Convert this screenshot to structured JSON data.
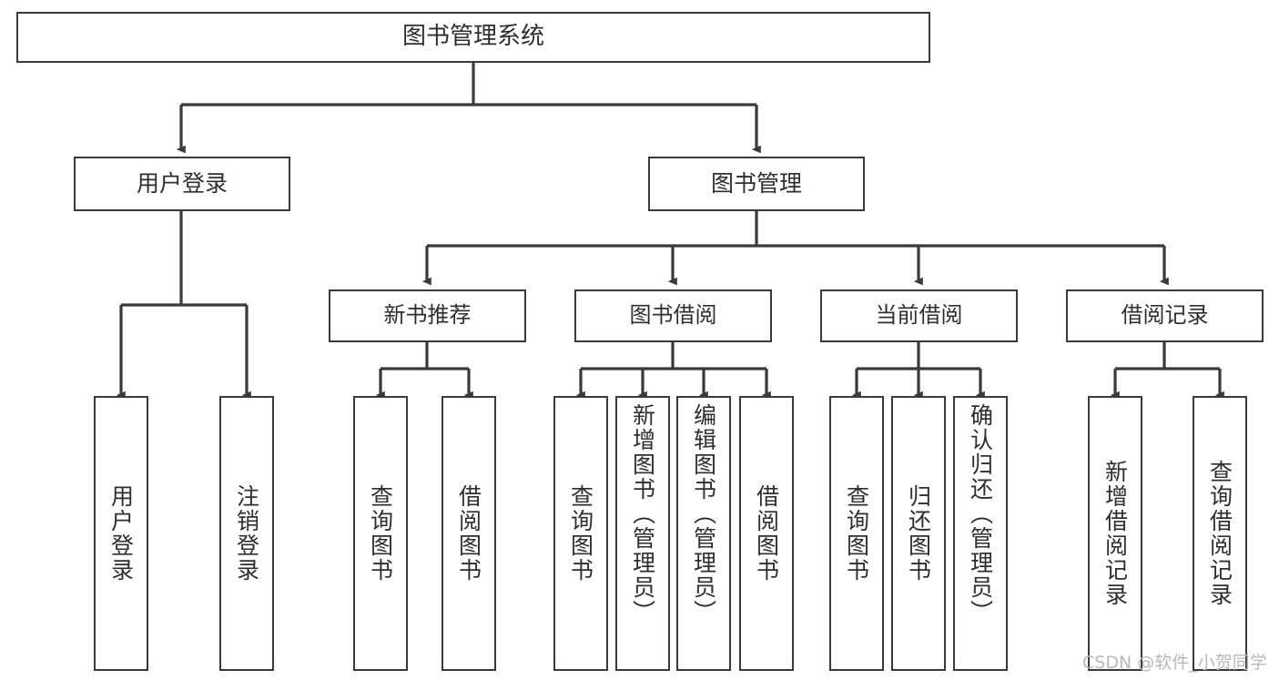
{
  "diagram": {
    "title": "图书管理系统",
    "type": "hierarchy-tree",
    "watermark": "CSDN @软件_小贺同学",
    "colors": {
      "background": "#ffffff",
      "node_border": "#3a3a3a",
      "node_fill": "#ffffff",
      "text": "#2e2e2e",
      "edge": "#3a3a3a",
      "watermark": "#b9b9b9"
    },
    "nodes": {
      "root": {
        "label": "图书管理系统",
        "level": 0
      },
      "l1": [
        {
          "id": "user-login",
          "label": "用户登录",
          "level": 1
        },
        {
          "id": "book-management",
          "label": "图书管理",
          "level": 1
        }
      ],
      "l2": [
        {
          "id": "new-book-recommend",
          "label": "新书推荐",
          "level": 2,
          "parent": "book-management"
        },
        {
          "id": "book-borrow",
          "label": "图书借阅",
          "level": 2,
          "parent": "book-management"
        },
        {
          "id": "current-borrow",
          "label": "当前借阅",
          "level": 2,
          "parent": "book-management"
        },
        {
          "id": "borrow-record",
          "label": "借阅记录",
          "level": 2,
          "parent": "book-management"
        }
      ],
      "leaves": [
        {
          "id": "leaf-user-login",
          "label": "用户登录",
          "parent": "user-login"
        },
        {
          "id": "leaf-logout-login",
          "label": "注销登录",
          "parent": "user-login"
        },
        {
          "id": "leaf-query-book-1",
          "label": "查询图书",
          "parent": "new-book-recommend"
        },
        {
          "id": "leaf-borrow-book-1",
          "label": "借阅图书",
          "parent": "new-book-recommend"
        },
        {
          "id": "leaf-query-book-2",
          "label": "查询图书",
          "parent": "book-borrow"
        },
        {
          "id": "leaf-add-book",
          "label": "新增图书（管理员）",
          "parent": "book-borrow"
        },
        {
          "id": "leaf-edit-book",
          "label": "编辑图书（管理员）",
          "parent": "book-borrow"
        },
        {
          "id": "leaf-borrow-book-2",
          "label": "借阅图书",
          "parent": "book-borrow"
        },
        {
          "id": "leaf-query-book-3",
          "label": "查询图书",
          "parent": "current-borrow"
        },
        {
          "id": "leaf-return-book",
          "label": "归还图书",
          "parent": "current-borrow"
        },
        {
          "id": "leaf-confirm-return",
          "label": "确认归还（管理员）",
          "parent": "current-borrow"
        },
        {
          "id": "leaf-add-record",
          "label": "新增借阅记录",
          "parent": "borrow-record"
        },
        {
          "id": "leaf-query-record",
          "label": "查询借阅记录",
          "parent": "borrow-record"
        }
      ]
    }
  }
}
